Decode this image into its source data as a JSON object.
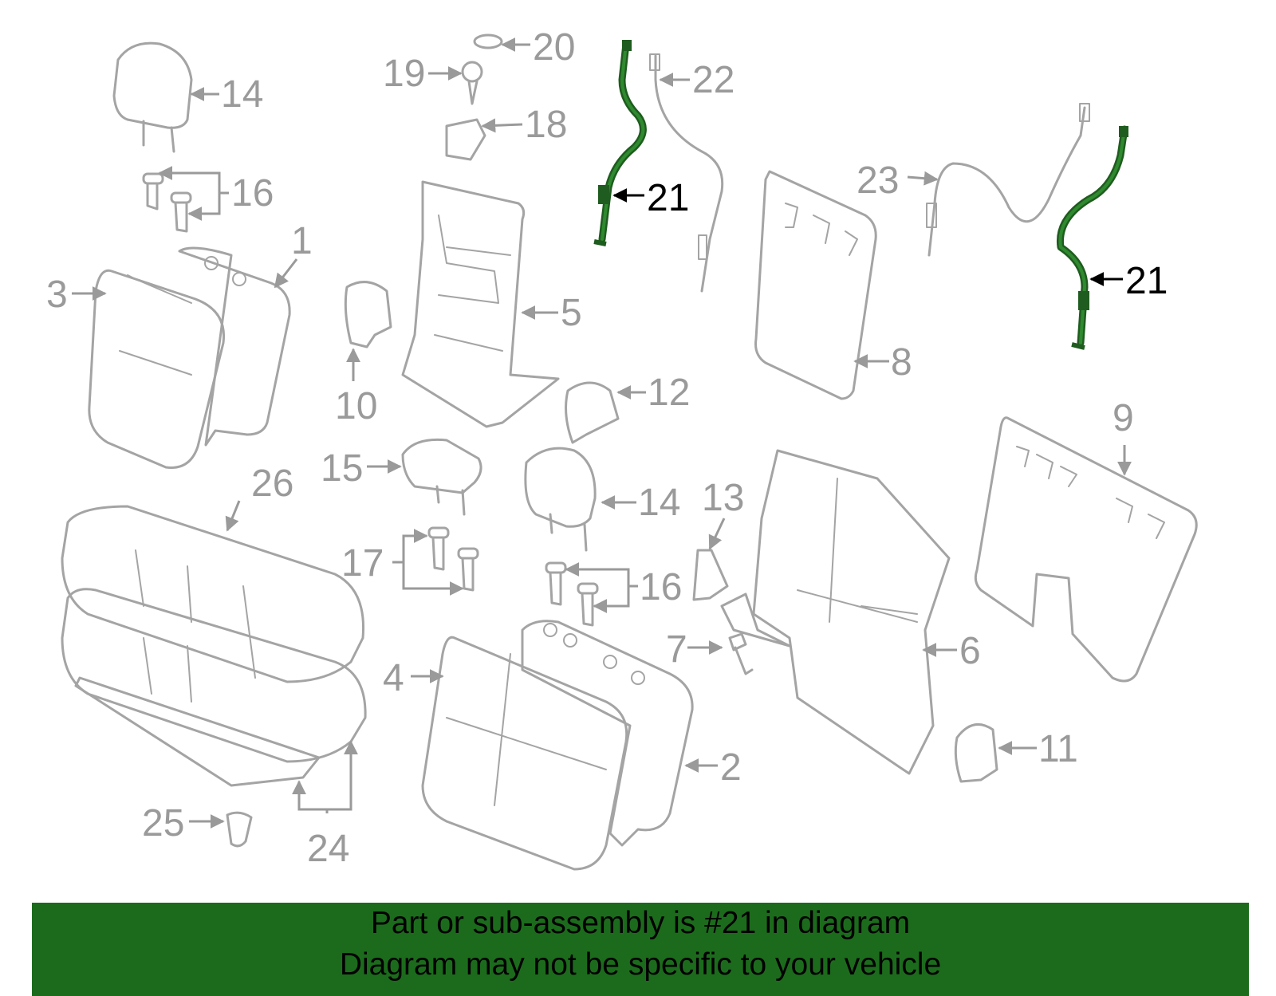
{
  "callouts": {
    "c1": "1",
    "c2": "2",
    "c3": "3",
    "c4": "4",
    "c5": "5",
    "c6": "6",
    "c7": "7",
    "c8": "8",
    "c9": "9",
    "c10": "10",
    "c11": "11",
    "c12": "12",
    "c13": "13",
    "c14a": "14",
    "c14b": "14",
    "c15": "15",
    "c16a": "16",
    "c16b": "16",
    "c17": "17",
    "c18": "18",
    "c19": "19",
    "c20": "20",
    "c21a": "21",
    "c21b": "21",
    "c22": "22",
    "c23": "23",
    "c24": "24",
    "c25": "25",
    "c26": "26"
  },
  "highlighted_part": "21",
  "colors": {
    "banner": "#1c6b1c",
    "highlight": "#1f5c1f",
    "parts": "#a4a4a4"
  },
  "banner": {
    "line1": "Part or sub-assembly is #21 in diagram",
    "line2": "Diagram may not be specific to your vehicle"
  }
}
